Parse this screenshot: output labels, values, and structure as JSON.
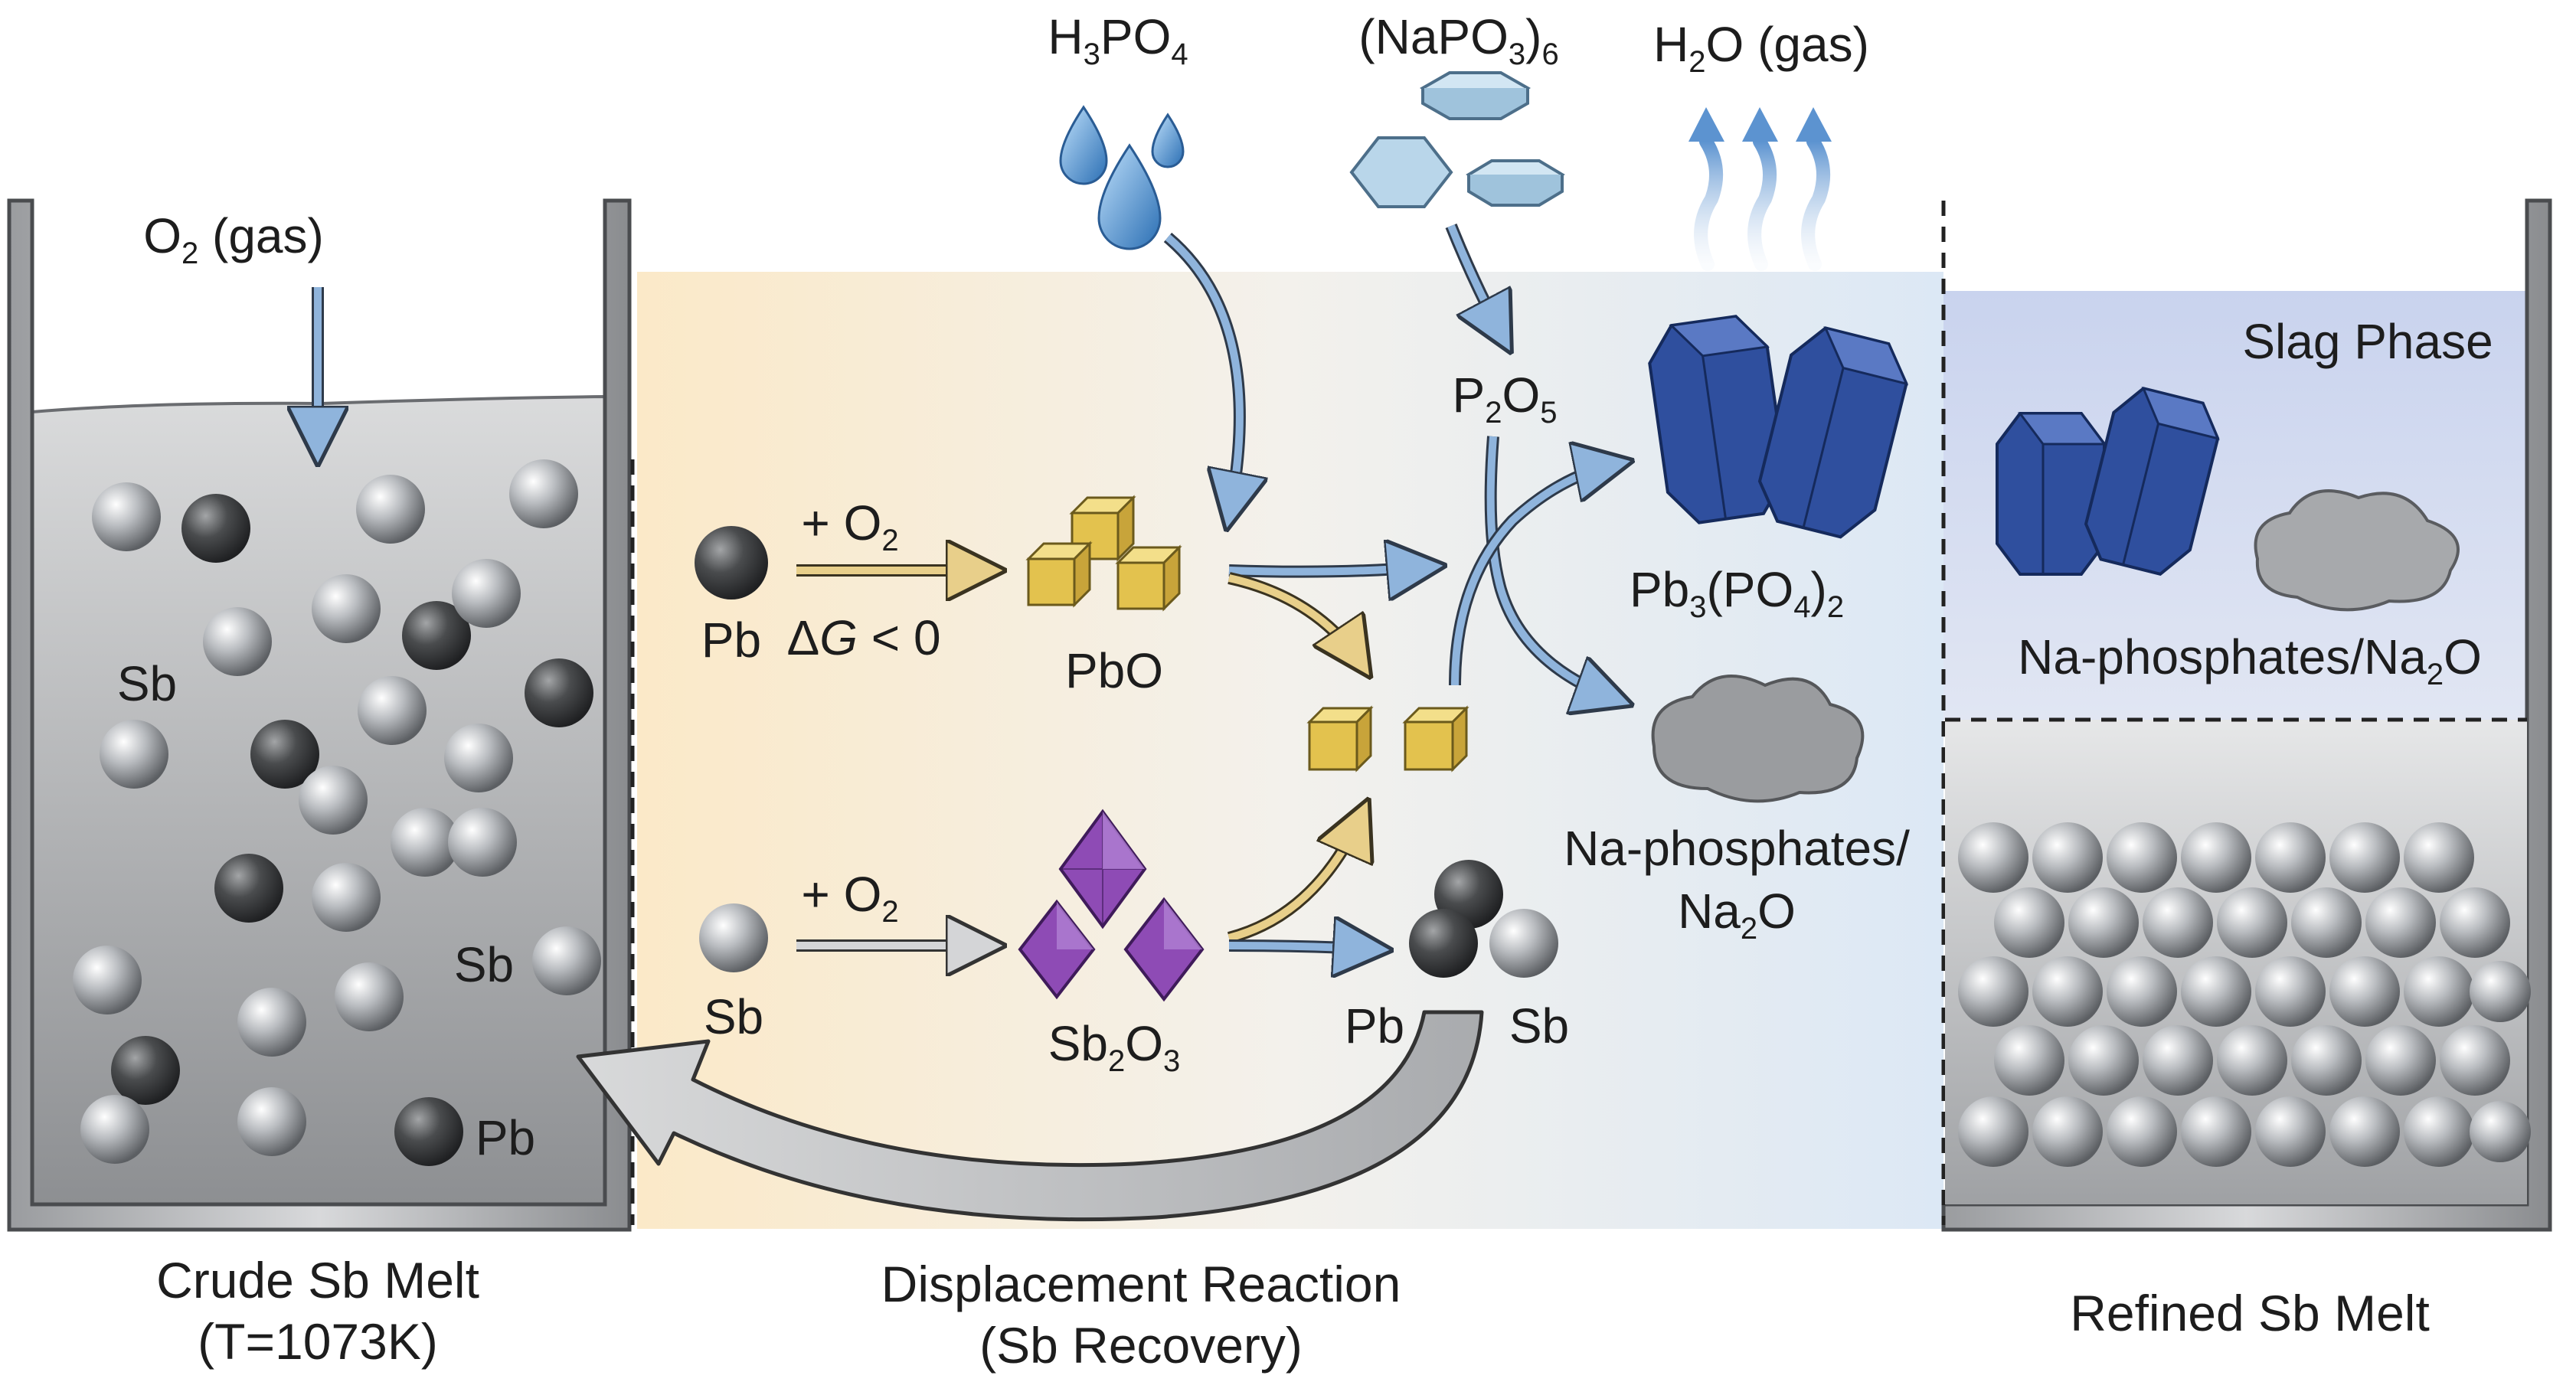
{
  "reagents": {
    "h3po4": {
      "base": "H",
      "sub1": "3",
      "mid": "PO",
      "sub2": "4"
    },
    "napo3": {
      "base": "(NaPO",
      "sub1": "3",
      "mid": ")",
      "sub2": "6"
    },
    "h2o": {
      "base": "H",
      "sub1": "2",
      "mid": "O (gas)"
    }
  },
  "crude_melt": {
    "o2_label": {
      "base": "O",
      "sub": "2",
      "rest": " (gas)"
    },
    "sb_label_1": "Sb",
    "sb_label_2": "Sb",
    "pb_label": "Pb",
    "caption_line1": "Crude Sb Melt",
    "caption_line2": "(T=1073K)"
  },
  "reactions": {
    "pb_label": "Pb",
    "plus_o2_1": {
      "base": "+ O",
      "sub": "2"
    },
    "delta_g": {
      "delta": "Δ",
      "g": "G",
      "rest": " < 0"
    },
    "pbo_label": "PbO",
    "sb_label": "Sb",
    "plus_o2_2": {
      "base": "+ O",
      "sub": "2"
    },
    "sb2o3_label": {
      "a": "Sb",
      "s1": "2",
      "b": "O",
      "s2": "3"
    },
    "pb_product": "Pb",
    "sb_product": "Sb",
    "p2o5_label": {
      "a": "P",
      "s1": "2",
      "b": "O",
      "s2": "5"
    },
    "pb3po42_label": {
      "a": "Pb",
      "s1": "3",
      "b": "(PO",
      "s2": "4",
      "c": ")",
      "s3": "2"
    },
    "na_phos_line1": "Na-phosphates/",
    "na_phos_line2": {
      "a": "Na",
      "s": "2",
      "b": "O"
    },
    "caption_line1": "Displacement Reaction",
    "caption_line2": "(Sb Recovery)"
  },
  "refined_melt": {
    "slag_title": "Slag Phase",
    "slag_label": {
      "a": "Na-phosphates/Na",
      "s": "2",
      "b": "O"
    },
    "caption": "Refined Sb Melt"
  },
  "colors": {
    "sb_sphere": "#b9bcc0",
    "pb_sphere": "#4a4c4e",
    "pbo_cube": "#e3c24e",
    "sb2o3_crystal": "#8e4bb5",
    "pb3po42_prism": "#2f4f9e",
    "arrow_blue": "#8fb4dc",
    "arrow_gold": "#e8cf8a",
    "recovery_arrow": "#c9cbcd",
    "water_drop": "#4f93d2",
    "napo3_crystal": "#b9d6ea"
  }
}
